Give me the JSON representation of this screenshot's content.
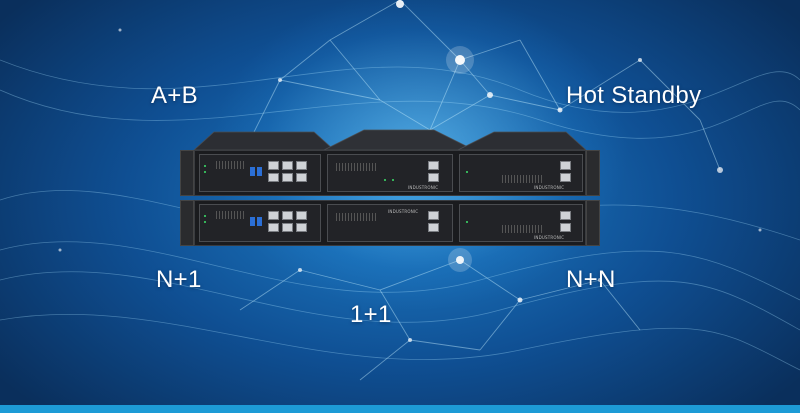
{
  "labels": {
    "a_plus_b": "A+B",
    "hot_standby": "Hot Standby",
    "n_plus_1": "N+1",
    "one_plus_one": "1+1",
    "n_plus_n": "N+N"
  },
  "device": {
    "brand": "INDUSTRONIC"
  },
  "colors": {
    "background_dark": "#0a2f5c",
    "background_glow": "#1f7fc9",
    "accent_bar": "#1d9bd6",
    "text": "#ffffff"
  }
}
